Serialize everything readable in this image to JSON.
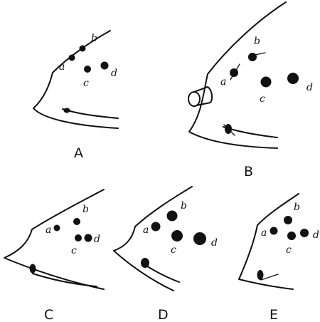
{
  "figures": [
    {
      "caption": "A",
      "labels": {
        "a": "a",
        "b": "b",
        "c": "c",
        "d": "d"
      }
    },
    {
      "caption": "B",
      "labels": {
        "a": "a",
        "b": "b",
        "c": "c",
        "d": "d"
      }
    },
    {
      "caption": "C",
      "labels": {
        "a": "a",
        "b": "b",
        "c": "c",
        "d": "d"
      }
    },
    {
      "caption": "D",
      "labels": {
        "a": "a",
        "b": "b",
        "c": "c",
        "d": "d"
      }
    },
    {
      "caption": "E",
      "labels": {
        "a": "a",
        "b": "b",
        "c": "c",
        "d": "d"
      }
    }
  ]
}
